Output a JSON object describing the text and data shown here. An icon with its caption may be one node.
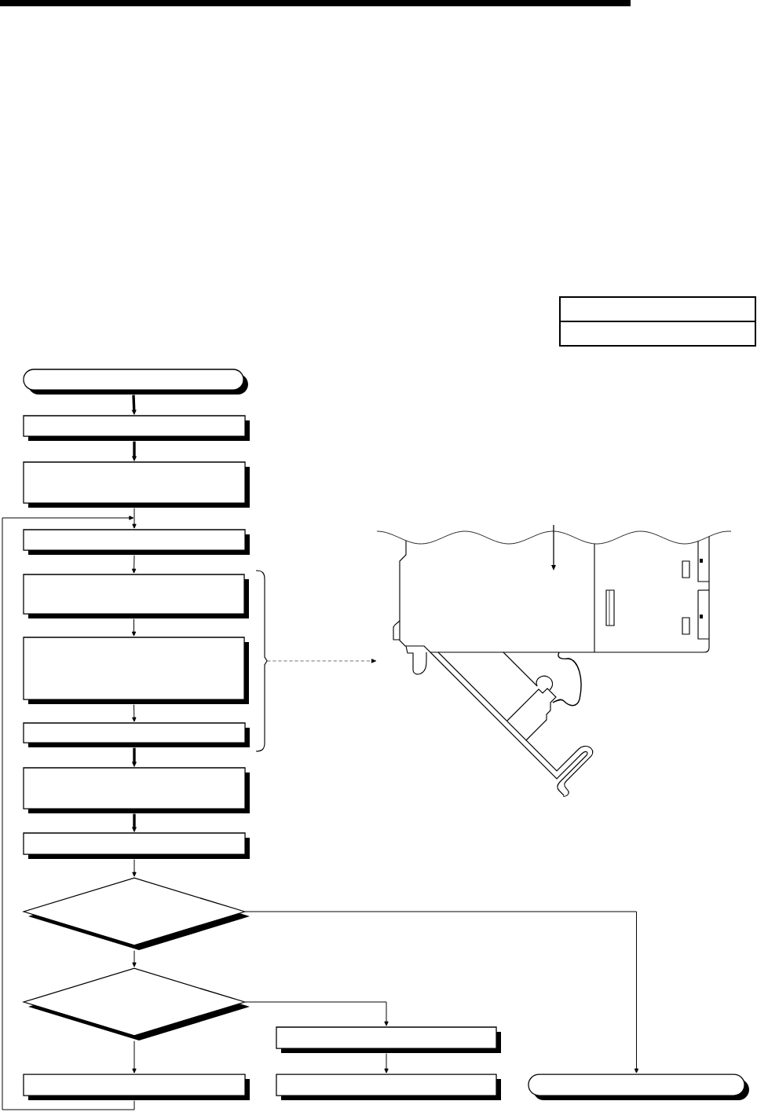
{
  "diagram": {
    "nodes": [
      {
        "text": [],
        "shape": "terminal"
      },
      {
        "text": [],
        "shape": "box"
      },
      {
        "text": [],
        "shape": "box"
      },
      {
        "text": [],
        "shape": "box"
      },
      {
        "text": [],
        "shape": "box"
      },
      {
        "text": [],
        "shape": "box"
      },
      {
        "text": [],
        "shape": "box"
      },
      {
        "text": [],
        "shape": "box"
      },
      {
        "text": [],
        "shape": "box"
      },
      {
        "text": [],
        "shape": "diamond"
      },
      {
        "text": [],
        "shape": "diamond"
      },
      {
        "text": [],
        "shape": "box"
      },
      {
        "text": [],
        "shape": "box"
      },
      {
        "text": [],
        "shape": "box"
      },
      {
        "text": [],
        "shape": "terminal"
      },
      {
        "text": [],
        "shape": "bracket"
      },
      {
        "text": [],
        "shape": "picture"
      }
    ],
    "edges": [
      {
        "from": 0,
        "to": 1,
        "arrow": "to",
        "style": "thick"
      },
      {
        "from": 1,
        "to": 2,
        "arrow": "to",
        "style": "thick"
      },
      {
        "from": 2,
        "to": 3,
        "arrow": "to"
      },
      {
        "from": 3,
        "to": 4,
        "arrow": "to"
      },
      {
        "from": 4,
        "to": 5,
        "arrow": "to"
      },
      {
        "from": 5,
        "to": 6,
        "arrow": "to"
      },
      {
        "from": 6,
        "to": 7,
        "arrow": "to",
        "style": "thick"
      },
      {
        "from": 7,
        "to": 8,
        "arrow": "to",
        "style": "thick"
      },
      {
        "from": 8,
        "to": 9,
        "arrow": "to"
      },
      {
        "from": 9,
        "to": 10,
        "arrow": "to"
      },
      {
        "from": 9,
        "to": 14,
        "arrow": "to"
      },
      {
        "from": 10,
        "to": 11,
        "arrow": "to"
      },
      {
        "from": 10,
        "to": 12,
        "arrow": "to"
      },
      {
        "from": 11,
        "to": 13,
        "arrow": "to"
      },
      {
        "from": 12,
        "to": 3,
        "arrow": "to"
      },
      {
        "from": 15,
        "to": 16,
        "arrow": "to",
        "style": "dashed"
      }
    ]
  }
}
